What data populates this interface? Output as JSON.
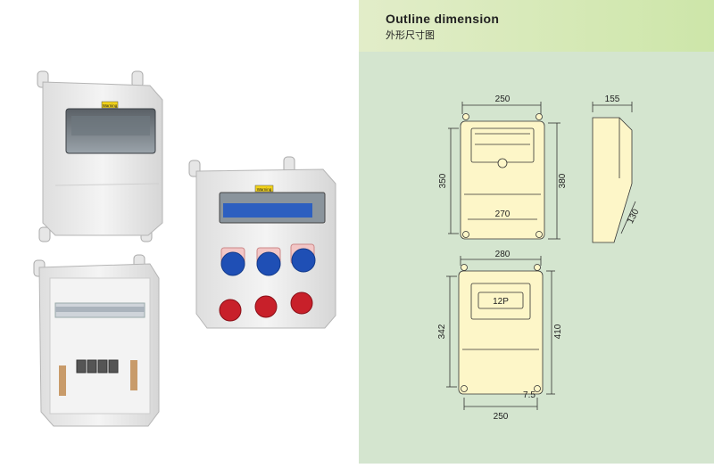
{
  "heading": {
    "title": "Outline dimension",
    "subtitle": "外形尺寸图"
  },
  "product_photos": [
    {
      "name": "enclosure-closed",
      "label": "Warning"
    },
    {
      "name": "enclosure-with-sockets",
      "label": "Warning"
    },
    {
      "name": "enclosure-open",
      "label": ""
    }
  ],
  "drawing_top": {
    "width": "250",
    "depth": "155",
    "height_left": "350",
    "height_right": "380",
    "inner_width": "270",
    "angle": "130"
  },
  "drawing_bottom": {
    "width_top": "280",
    "label": "12P",
    "height_left": "342",
    "height_right": "410",
    "width_bottom": "250",
    "offset": "7.5"
  },
  "colors": {
    "panel_bg": "#d4e5cf",
    "title_band": "#cde6a9",
    "drawing_fill": "#fdf6c8",
    "socket_blue": "#1f4fb5",
    "socket_red": "#c8202a"
  }
}
